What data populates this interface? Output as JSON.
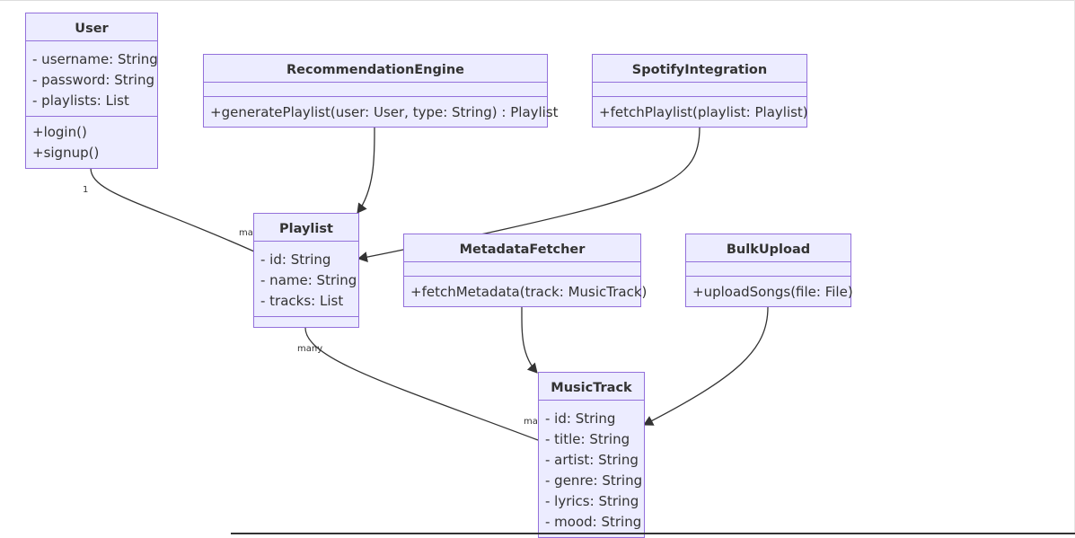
{
  "diagram": {
    "classes": {
      "user": {
        "name": "User",
        "attributes": [
          "- username: String",
          "- password: String",
          "- playlists: List"
        ],
        "methods": [
          "+login()",
          "+signup()"
        ]
      },
      "recommendation_engine": {
        "name": "RecommendationEngine",
        "attributes": [],
        "methods": [
          "+generatePlaylist(user: User, type: String) : Playlist"
        ]
      },
      "spotify_integration": {
        "name": "SpotifyIntegration",
        "attributes": [],
        "methods": [
          "+fetchPlaylist(playlist: Playlist)"
        ]
      },
      "playlist": {
        "name": "Playlist",
        "attributes": [
          "- id: String",
          "- name: String",
          "- tracks: List"
        ],
        "methods": []
      },
      "metadata_fetcher": {
        "name": "MetadataFetcher",
        "attributes": [],
        "methods": [
          "+fetchMetadata(track: MusicTrack)"
        ]
      },
      "bulk_upload": {
        "name": "BulkUpload",
        "attributes": [],
        "methods": [
          "+uploadSongs(file: File)"
        ]
      },
      "music_track": {
        "name": "MusicTrack",
        "attributes": [
          "- id: String",
          "- title: String",
          "- artist: String",
          "- genre: String",
          "- lyrics: String",
          "- mood: String"
        ],
        "methods": []
      }
    },
    "relations": [
      {
        "from": "User",
        "to": "Playlist",
        "kind": "association",
        "from_card": "1",
        "to_card": "many"
      },
      {
        "from": "Playlist",
        "to": "MusicTrack",
        "kind": "association",
        "from_card": "many",
        "to_card": "many"
      },
      {
        "from": "RecommendationEngine",
        "to": "Playlist",
        "kind": "dependency"
      },
      {
        "from": "SpotifyIntegration",
        "to": "Playlist",
        "kind": "dependency"
      },
      {
        "from": "MetadataFetcher",
        "to": "MusicTrack",
        "kind": "dependency"
      },
      {
        "from": "BulkUpload",
        "to": "MusicTrack",
        "kind": "dependency"
      }
    ],
    "labels": {
      "user_card": "1",
      "playlist_user_card": "many",
      "playlist_track_card": "many",
      "track_playlist_card": "many"
    },
    "colors": {
      "class_fill": "#ECECFF",
      "class_border": "#9370DB",
      "edge": "#333333"
    }
  }
}
